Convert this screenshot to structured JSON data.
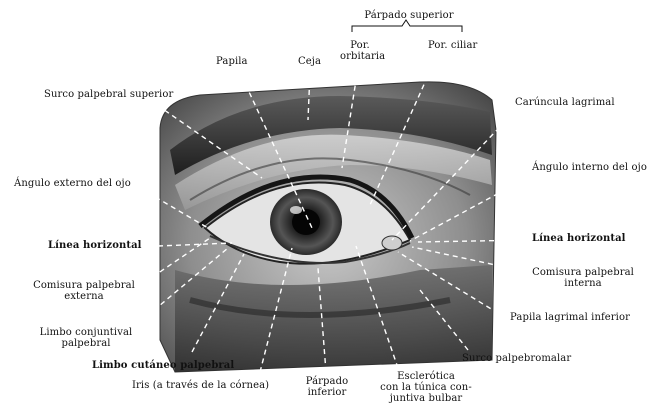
{
  "labels": {
    "parpado_superior": "Párpado superior",
    "por_orbitaria": "Por. orbitaria",
    "por_orbitaria_line1": "Por.",
    "por_orbitaria_line2": "orbitaria",
    "por_ciliar": "Por. ciliar",
    "papila": "Papila",
    "ceja": "Ceja",
    "surco_palpebral_superior": "Surco palpebral superior",
    "caruncula_lagrimal": "Carúncula lagrimal",
    "angulo_externo": "Ángulo externo del ojo",
    "angulo_interno": "Ángulo interno del ojo",
    "linea_horizontal_izq": "Línea horizontal",
    "linea_horizontal_der": "Línea horizontal",
    "comisura_externa_line1": "Comisura palpebral",
    "comisura_externa_line2": "externa",
    "comisura_interna_line1": "Comisura palpebral",
    "comisura_interna_line2": "interna",
    "papila_lagrimal_inferior": "Papila lagrimal inferior",
    "limbo_conjuntival_line1": "Limbo conjuntival",
    "limbo_conjuntival_line2": "palpebral",
    "limbo_cutaneo": "Limbo cutáneo palpebral",
    "surco_palpebromalar": "Surco palpebromalar",
    "iris": "Iris (a través de la córnea)",
    "parpado_inferior_line1": "Párpado",
    "parpado_inferior_line2": "inferior",
    "esclerotica_line1": "Esclerótica",
    "esclerotica_line2": "con la túnica con-",
    "esclerotica_line3": "juntiva bulbar"
  },
  "colors": {
    "ink": "#111111",
    "skin_light": "#b9b9b9",
    "skin_dark": "#2a2a2a",
    "leader": "#ffffff"
  }
}
